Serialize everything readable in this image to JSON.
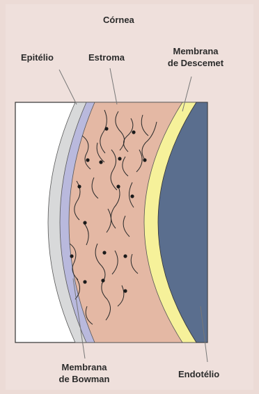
{
  "title": "Córnea",
  "labels": {
    "epithelium": "Epitélio",
    "stroma": "Estroma",
    "descemet_line1": "Membrana",
    "descemet_line2": "de Descemet",
    "bowman_line1": "Membrana",
    "bowman_line2": "de Bowman",
    "endothelium": "Endotélio"
  },
  "colors": {
    "background": "#ecdbd6",
    "epithelium": "#d8d9da",
    "bowman": "#b9b9dd",
    "stroma": "#e4b8a4",
    "descemet": "#f6f19a",
    "endothelium": "#5a6e8e"
  }
}
